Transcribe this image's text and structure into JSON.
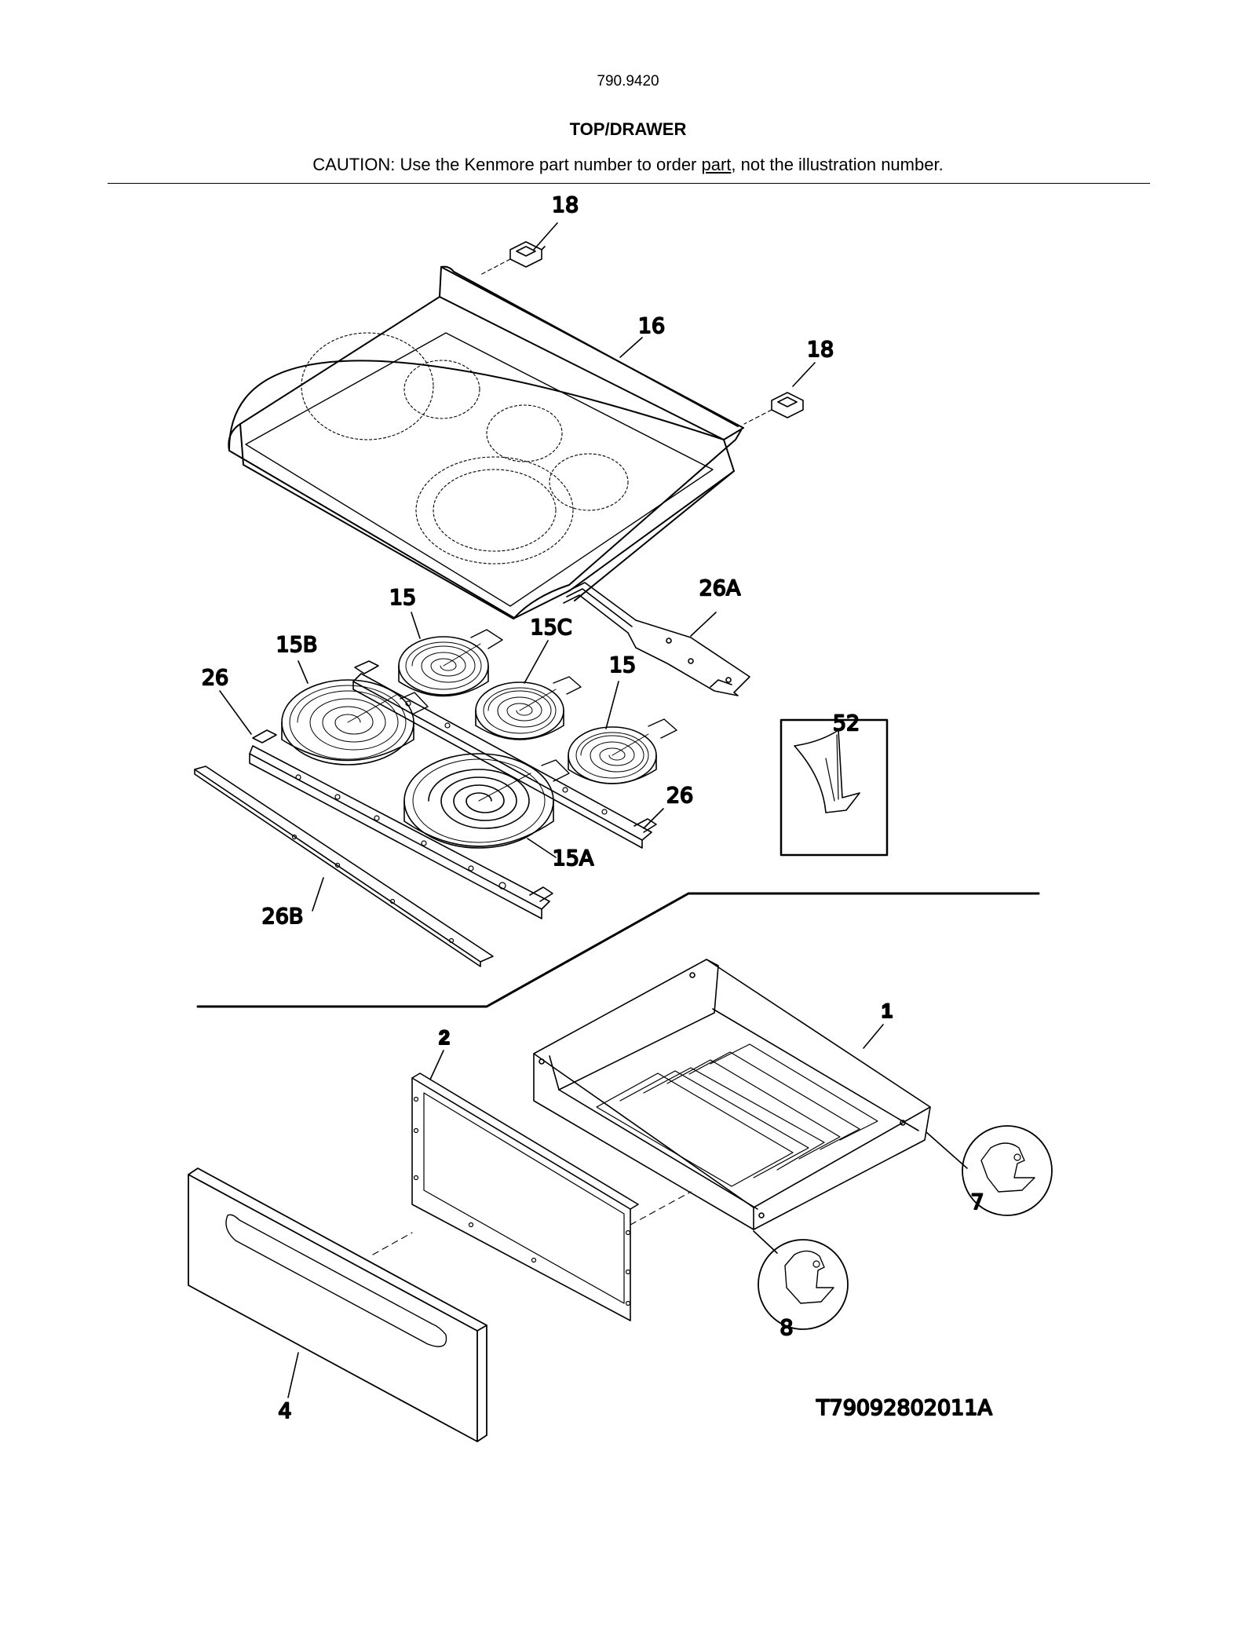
{
  "header": {
    "model_number": "790.9420",
    "title": "TOP/DRAWER",
    "caution_before": "CAUTION: Use the Kenmore part number to order ",
    "caution_underlined": "part",
    "caution_after": ", not the illustration number."
  },
  "callouts": {
    "c18a": "18",
    "c16": "16",
    "c18b": "18",
    "c26A": "26A",
    "c15a": "15",
    "c15C": "15C",
    "c15B": "15B",
    "c15b": "15",
    "c26a": "26",
    "c52": "52",
    "c26b": "26",
    "c15A": "15A",
    "c26B": "26B",
    "c1": "1",
    "c2": "2",
    "c7": "7",
    "c8": "8",
    "c4": "4"
  },
  "figure_code": "T79092802011A"
}
